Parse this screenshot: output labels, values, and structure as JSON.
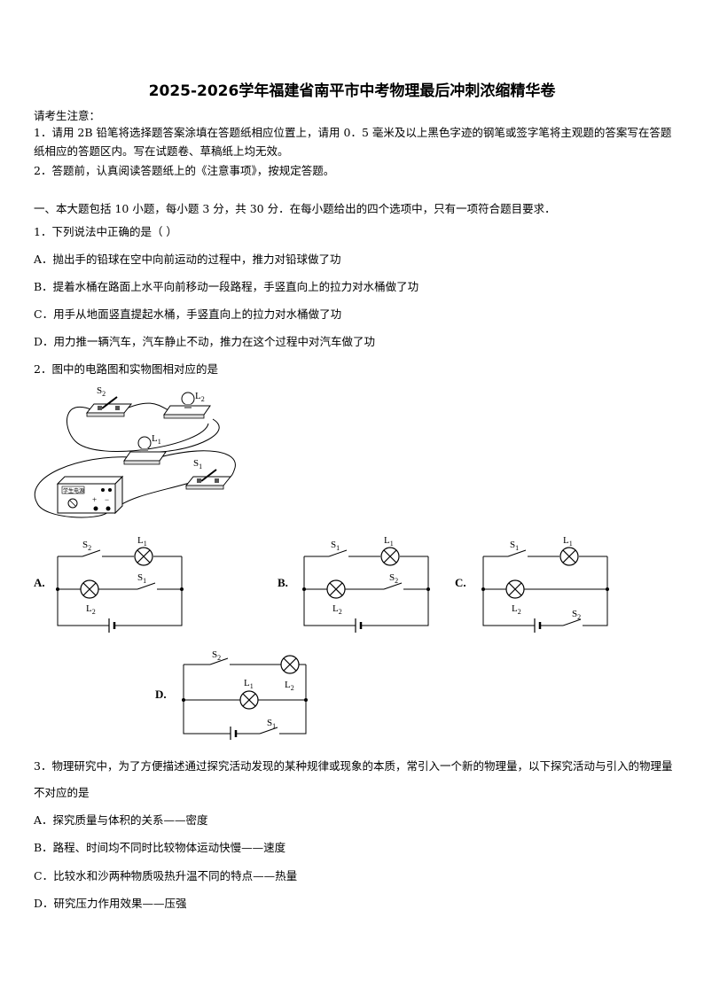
{
  "title": "2025-2026学年福建省南平市中考物理最后冲刺浓缩精华卷",
  "notice": {
    "heading": "请考生注意：",
    "item1": "1．请用 2B 铅笔将选择题答案涂填在答题纸相应位置上，请用 0．5 毫米及以上黑色字迹的钢笔或签字笔将主观题的答案写在答题纸相应的答题区内。写在试题卷、草稿纸上均无效。",
    "item2": "2．答题前，认真阅读答题纸上的《注意事项》，按规定答题。"
  },
  "section1": "一、本大题包括 10 小题，每小题 3 分，共 30 分．在每小题给出的四个选项中，只有一项符合题目要求．",
  "q1": {
    "stem": "1．下列说法中正确的是（     ）",
    "A": "A．抛出手的铅球在空中向前运动的过程中，推力对铅球做了功",
    "B": "B．提着水桶在路面上水平向前移动一段路程，手竖直向上的拉力对水桶做了功",
    "C": "C．用手从地面竖直提起水桶，手竖直向上的拉力对水桶做了功",
    "D": "D．用力推一辆汽车，汽车静止不动，推力在这个过程中对汽车做了功"
  },
  "q2": {
    "stem": "2．图中的电路图和实物图相对应的是",
    "optA": "A.",
    "optB": "B.",
    "optC": "C.",
    "optD": "D.",
    "power_label": "学生电源",
    "sym_S": "S",
    "sym_L": "L",
    "sub1": "1",
    "sub2": "2",
    "plus": "+",
    "minus": "−"
  },
  "q3": {
    "stem": "3．物理研究中，为了方便描述通过探究活动发现的某种规律或现象的本质，常引入一个新的物理量，以下探究活动与引入的物理量不对应的是",
    "A": "A．探究质量与体积的关系——密度",
    "B": "B．路程、时间均不同时比较物体运动快慢——速度",
    "C": "C．比较水和沙两种物质吸热升温不同的特点——热量",
    "D": "D．研究压力作用效果——压强"
  }
}
